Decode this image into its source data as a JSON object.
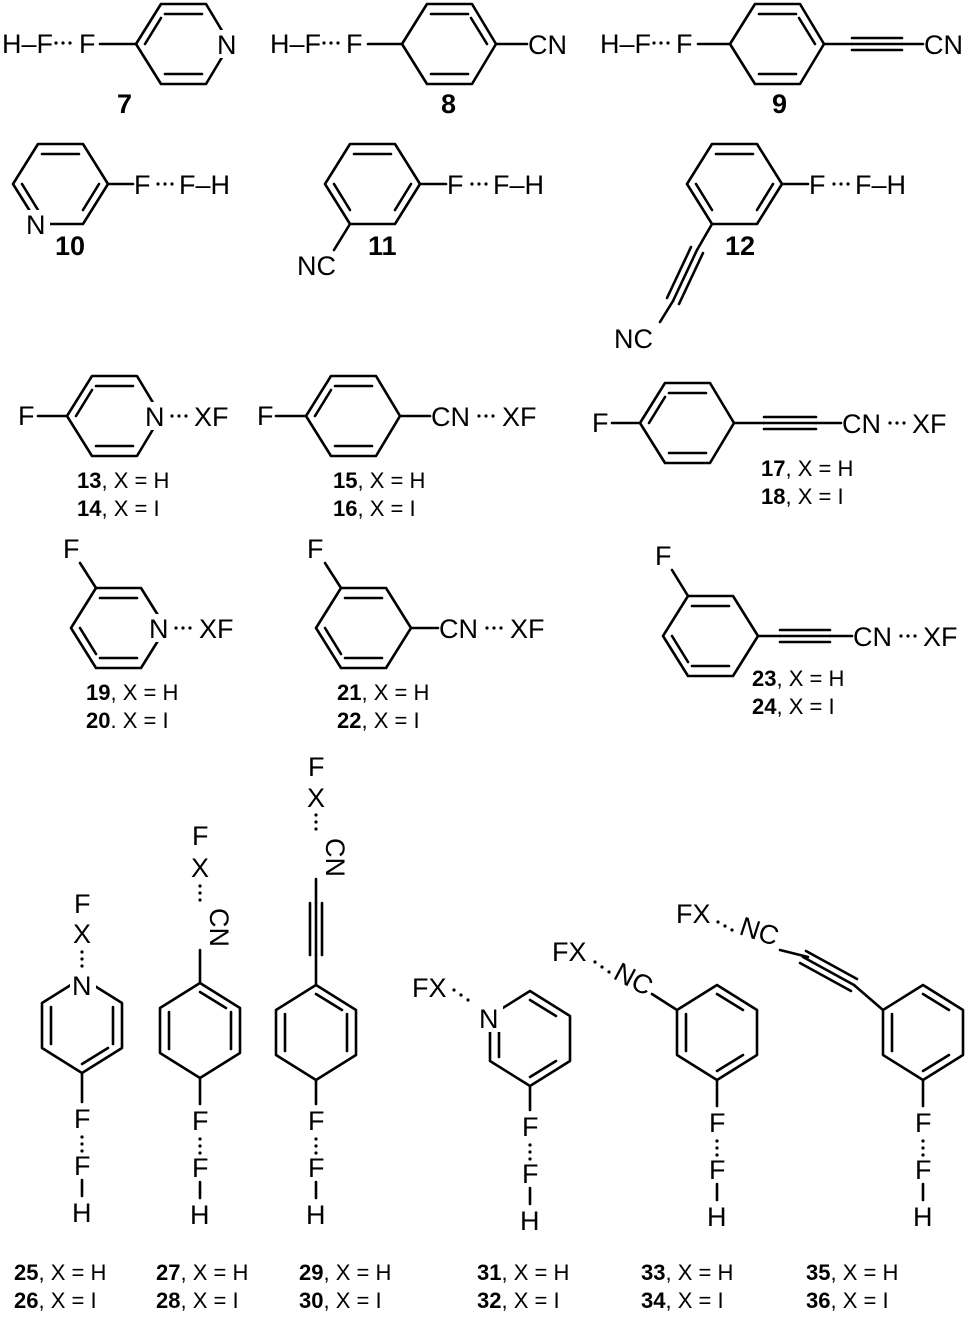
{
  "figure": {
    "row1": {
      "c7": {
        "left": "H–F",
        "right": "F",
        "n": "N",
        "num": "7"
      },
      "c8": {
        "left": "H–F",
        "right": "F",
        "cn": "CN",
        "num": "8"
      },
      "c9": {
        "left": "H–F",
        "right": "F",
        "cn": "CN",
        "num": "9"
      }
    },
    "row2": {
      "c10": {
        "n": "N",
        "f": "F",
        "fh": "F–H",
        "num": "10"
      },
      "c11": {
        "nc": "NC",
        "f": "F",
        "fh": "F–H",
        "num": "11"
      },
      "c12": {
        "nc": "NC",
        "f": "F",
        "fh": "F–H",
        "num": "12"
      }
    },
    "row3": {
      "c13": {
        "f": "F",
        "n": "N",
        "xf": "XF",
        "cap1_num": "13",
        "cap1_text": ", X = H",
        "cap2_num": "14",
        "cap2_text": ", X = I"
      },
      "c15": {
        "f": "F",
        "cn": "CN",
        "xf": "XF",
        "cap1_num": "15",
        "cap1_text": ", X = H",
        "cap2_num": "16",
        "cap2_text": ", X = I"
      },
      "c17": {
        "f": "F",
        "cn": "CN",
        "xf": "XF",
        "cap1_num": "17",
        "cap1_text": ", X = H",
        "cap2_num": "18",
        "cap2_text": ", X = I"
      }
    },
    "row4": {
      "c19": {
        "f": "F",
        "n": "N",
        "xf": "XF",
        "cap1_num": "19",
        "cap1_text": ", X = H",
        "cap2_num": "20",
        "cap2_text": ". X = I"
      },
      "c21": {
        "f": "F",
        "cn": "CN",
        "xf": "XF",
        "cap1_num": "21",
        "cap1_text": ", X = H",
        "cap2_num": "22",
        "cap2_text": ", X = I"
      },
      "c23": {
        "f": "F",
        "cn": "CN",
        "xf": "XF",
        "cap1_num": "23",
        "cap1_text": ", X = H",
        "cap2_num": "24",
        "cap2_text": ", X = I"
      }
    },
    "row5": {
      "c25": {
        "f_top": "F",
        "x": "X",
        "n": "N",
        "f": "F",
        "f2": "F",
        "h": "H",
        "cap1_num": "25",
        "cap1_text": ", X = H",
        "cap2_num": "26",
        "cap2_text": ", X = I"
      },
      "c27": {
        "f_top": "F",
        "x": "X",
        "cn": "CN",
        "f": "F",
        "f2": "F",
        "h": "H",
        "cap1_num": "27",
        "cap1_text": ", X = H",
        "cap2_num": "28",
        "cap2_text": ", X = I"
      },
      "c29": {
        "f_top": "F",
        "x": "X",
        "cn": "CN",
        "f": "F",
        "f2": "F",
        "h": "H",
        "cap1_num": "29",
        "cap1_text": ", X = H",
        "cap2_num": "30",
        "cap2_text": ", X = I"
      },
      "c31": {
        "fx": "FX",
        "n": "N",
        "f": "F",
        "f2": "F",
        "h": "H",
        "cap1_num": "31",
        "cap1_text": ", X = H",
        "cap2_num": "32",
        "cap2_text": ", X = I"
      },
      "c33": {
        "fx": "FX",
        "nc": "NC",
        "f": "F",
        "f2": "F",
        "h": "H",
        "cap1_num": "33",
        "cap1_text": ", X = H",
        "cap2_num": "34",
        "cap2_text": ", X = I"
      },
      "c35": {
        "fx": "FX",
        "nc": "NC",
        "f": "F",
        "f2": "F",
        "h": "H",
        "cap1_num": "35",
        "cap1_text": ", X = H",
        "cap2_num": "36",
        "cap2_text": ", X = I"
      }
    }
  }
}
